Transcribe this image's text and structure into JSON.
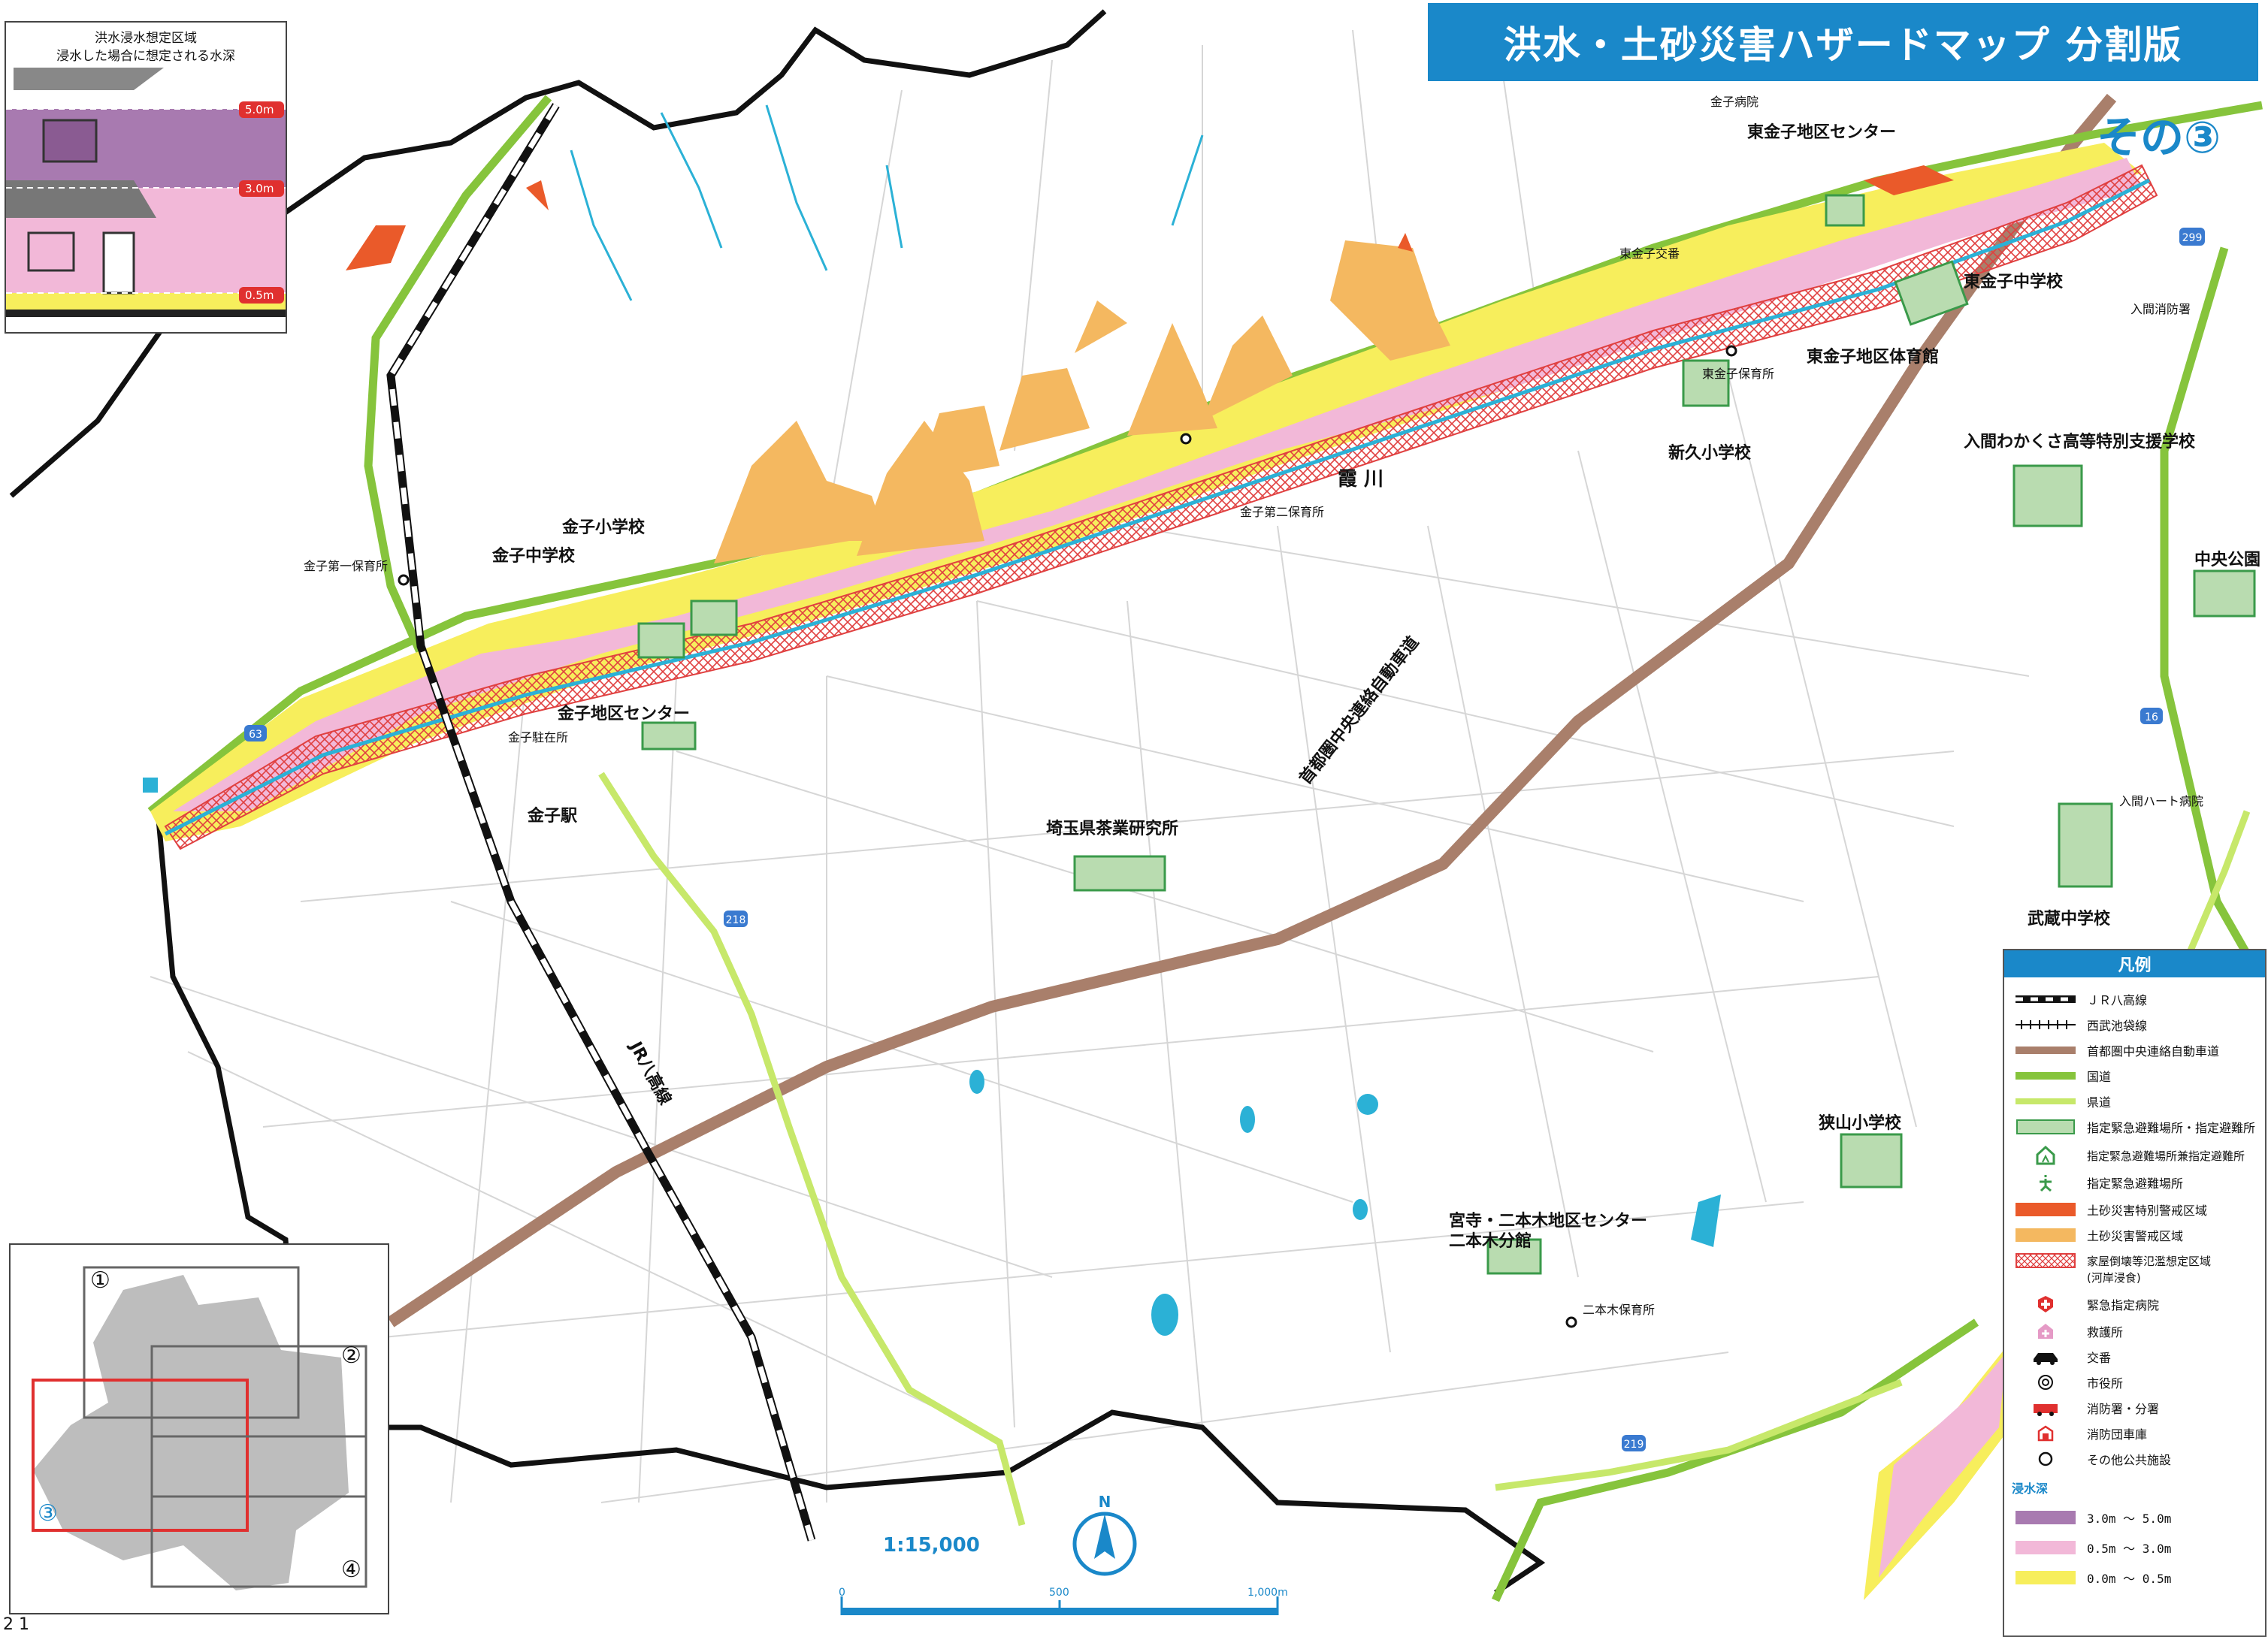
{
  "title": "洪水・土砂災害ハザードマップ 分割版",
  "sheet_label": "その",
  "sheet_number": "③",
  "depth_panel": {
    "heading_1": "洪水浸水想定区域",
    "heading_2": "浸水した場合に想定される水深",
    "levels": [
      "5.0m",
      "3.0m",
      "0.5m"
    ]
  },
  "places": {
    "kaneko_hospital": "金子病院",
    "higashi_kaneko_center": "東金子地区センター",
    "higashi_kaneko_koban": "東金子交番",
    "higashi_kaneko_jhs": "東金子中学校",
    "iruma_fire": "入間消防署",
    "higashi_kaneko_nursery": "東金子保育所",
    "higashi_kaneko_gym": "東金子地区体育館",
    "shinkyu_es": "新久小学校",
    "wakakusa_school": "入間わかくさ高等特別支援学校",
    "chuo_park": "中央公園",
    "kasumi_river": "霞 川",
    "kaneko_2nd_nursery": "金子第二保育所",
    "kaneko_es": "金子小学校",
    "kaneko_jhs": "金子中学校",
    "kaneko_1st_nursery": "金子第一保育所",
    "kaneko_center": "金子地区センター",
    "kaneko_police": "金子駐在所",
    "kaneko_station": "金子駅",
    "expressway": "首都圏中央連絡自動車道",
    "tea_institute": "埼玉県茶業研究所",
    "iruma_heart_hospital": "入間ハート病院",
    "musashi_jhs": "武蔵中学校",
    "jr_hachiko": "JR八高線",
    "sayama_es": "狭山小学校",
    "miyadera_center": "宮寺・二本木地区センター",
    "nihongi_branch": "二本木分館",
    "nihongi_nursery": "二本木保育所"
  },
  "route_numbers": [
    "299",
    "63",
    "16",
    "218",
    "219"
  ],
  "scale": {
    "ratio": "1:15,000",
    "ticks": [
      "0",
      "500",
      "1,000m"
    ],
    "north": "N"
  },
  "legend": {
    "heading": "凡例",
    "items": [
      "ＪＲ八高線",
      "西武池袋線",
      "首都圏中央連絡自動車道",
      "国道",
      "県道",
      "指定緊急避難場所・指定避難所",
      "指定緊急避難場所兼指定避難所",
      "指定緊急避難場所",
      "土砂災害特別警戒区域",
      "土砂災害警戒区域",
      "家屋倒壊等氾濫想定区域",
      "(河岸浸食)",
      "緊急指定病院",
      "救護所",
      "交番",
      "市役所",
      "消防署・分署",
      "消防団車庫",
      "その他公共施設"
    ],
    "depth_heading": "浸水深",
    "depth_items": [
      "3.0m ～ 5.0m",
      "0.5m ～ 3.0m",
      "0.0m ～ 0.5m"
    ]
  },
  "overview": {
    "labels": [
      "①",
      "②",
      "③",
      "④"
    ]
  },
  "page_number": "2 1",
  "colors": {
    "blue": "#1a88c9",
    "depth_deep": "#a87ab0",
    "depth_mid": "#f2b8d8",
    "depth_shallow": "#f7ee5c",
    "landslide_special": "#ea5a2a",
    "landslide_warning": "#f4b860",
    "national_road": "#86c43c",
    "pref_road": "#c7e86a",
    "expressway": "#a97f6b",
    "shelter_fill": "#b9dcb0",
    "shelter_stroke": "#3a9a4a"
  }
}
